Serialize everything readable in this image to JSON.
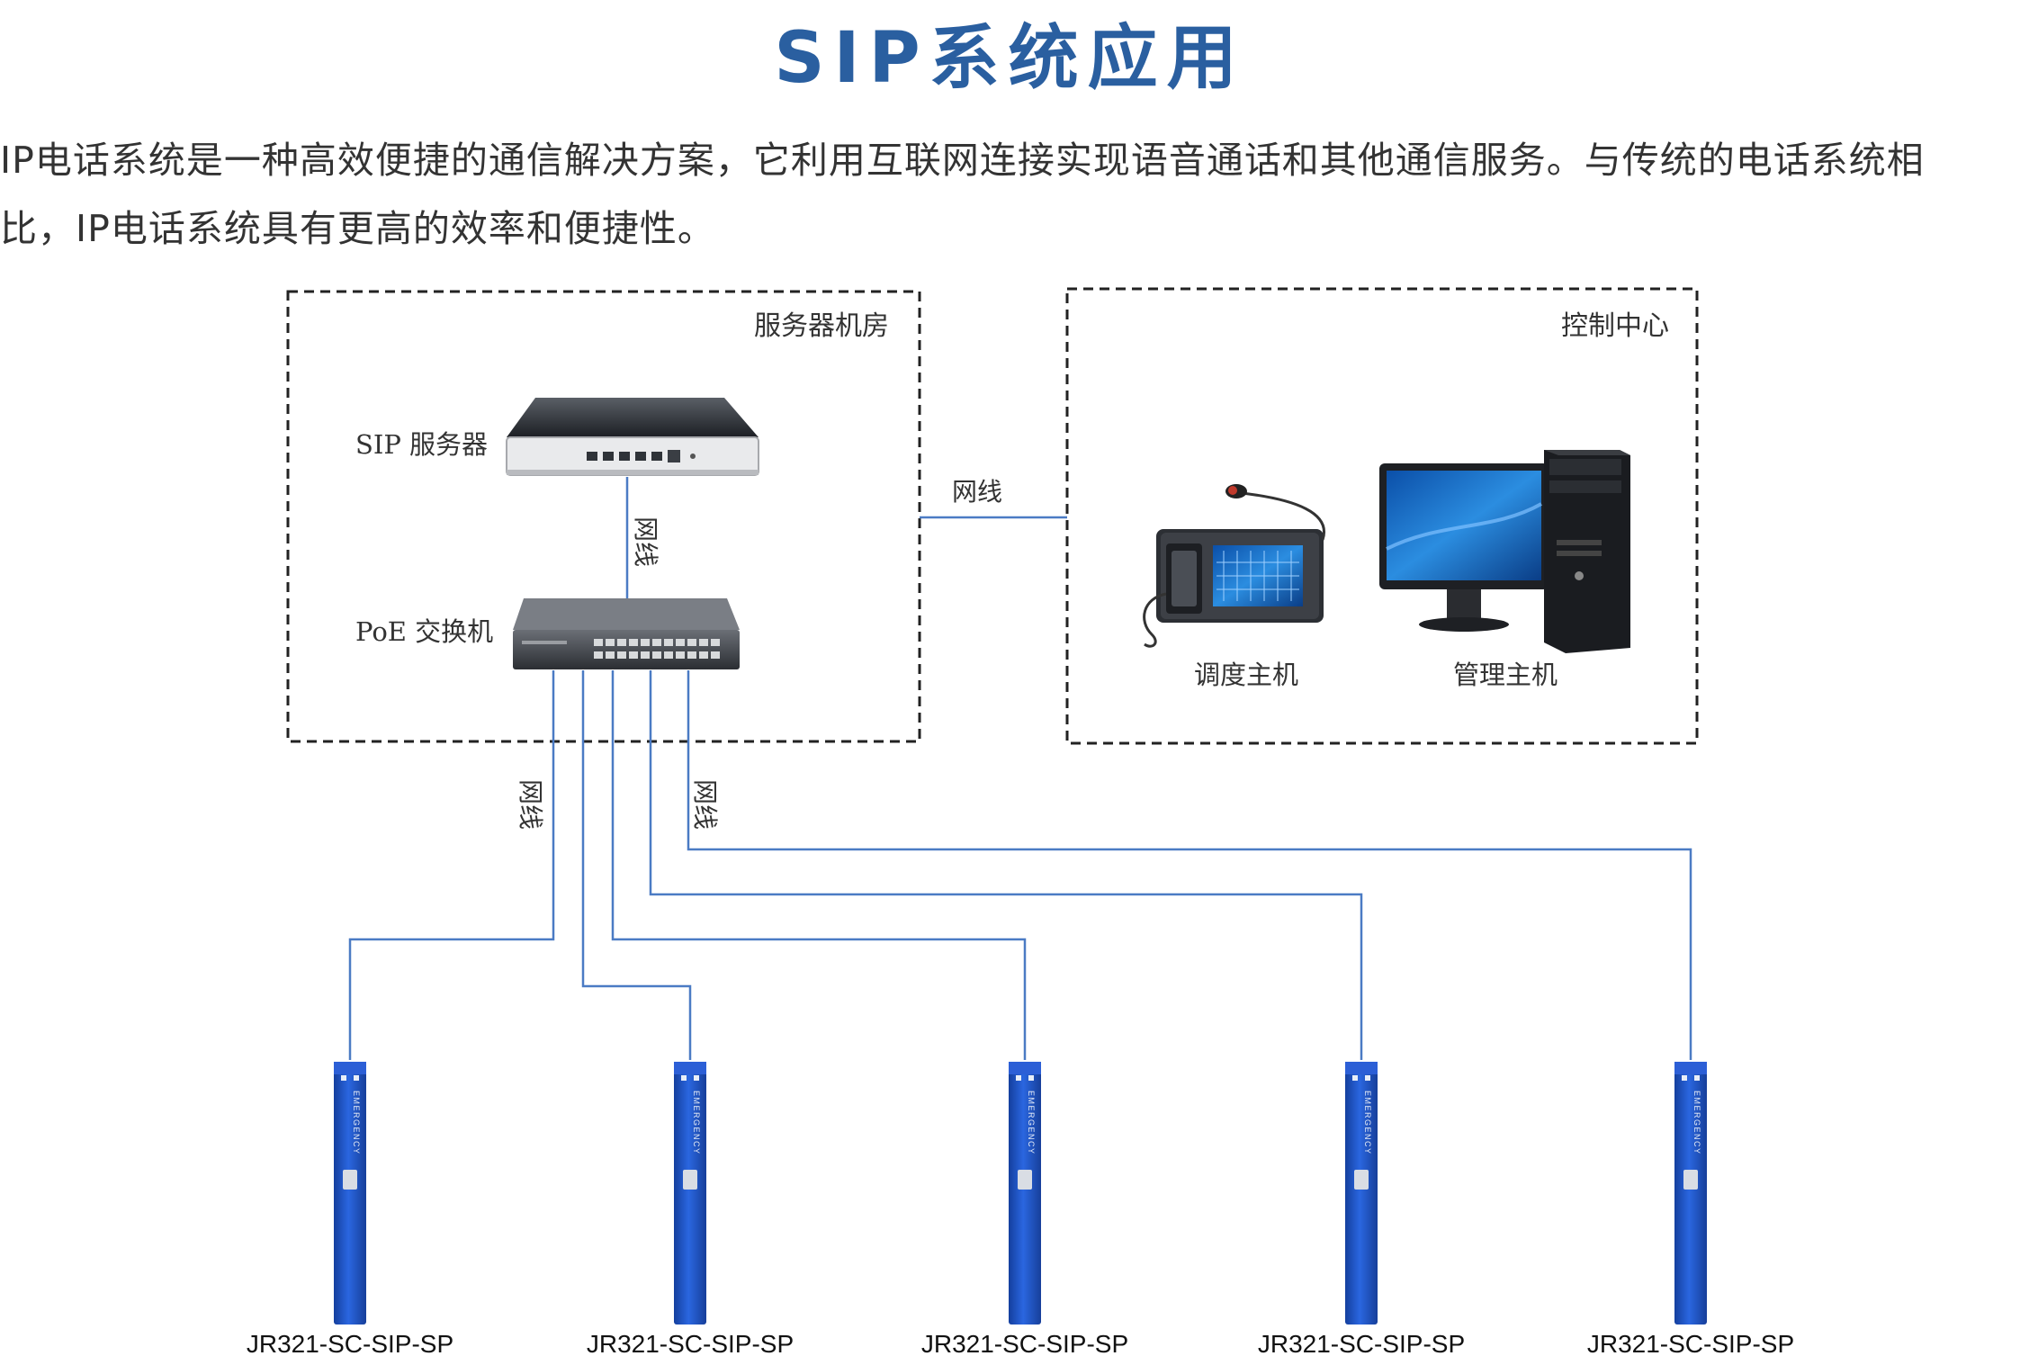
{
  "title": "SIP系统应用",
  "intro": {
    "line1": "IP电话系统是一种高效便捷的通信解决方案，它利用互联网连接实现语音通话和其他通信服务。与传统的电话系统相",
    "line2": "比，IP电话系统具有更高的效率和便捷性。"
  },
  "zones": {
    "server_room": "服务器机房",
    "control_center": "控制中心"
  },
  "devices": {
    "sip_server": "SIP 服务器",
    "poe_switch": "PoE 交换机",
    "dispatch_host": "调度主机",
    "management_host": "管理主机"
  },
  "wires": {
    "server_switch": "网线",
    "room_center": "网线",
    "left_bundle": "网线",
    "right_bundle": "网线"
  },
  "terminals": [
    {
      "model": "JR321-SC-SIP-SP",
      "badge": "EMERGENCY"
    },
    {
      "model": "JR321-SC-SIP-SP",
      "badge": "EMERGENCY"
    },
    {
      "model": "JR321-SC-SIP-SP",
      "badge": "EMERGENCY"
    },
    {
      "model": "JR321-SC-SIP-SP",
      "badge": "EMERGENCY"
    },
    {
      "model": "JR321-SC-SIP-SP",
      "badge": "EMERGENCY"
    }
  ],
  "colors": {
    "title": "#2a5fa0",
    "wire": "#4b7bc4",
    "terminal": "#1f55c8"
  }
}
